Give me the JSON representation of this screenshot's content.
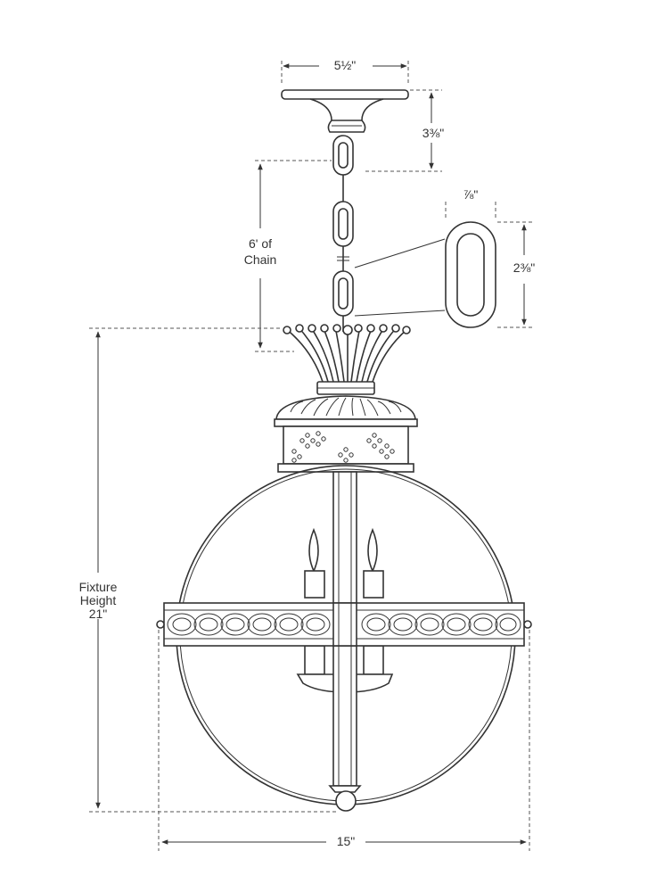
{
  "dimensions": {
    "canopy_width": "5½\"",
    "canopy_height": "3⅜\"",
    "chain_length_line1": "6' of",
    "chain_length_line2": "Chain",
    "link_width": "⅞\"",
    "link_height": "2⅜\"",
    "fixture_height_line1": "Fixture",
    "fixture_height_line2": "Height",
    "fixture_height_line3": "21\"",
    "fixture_width": "15\""
  },
  "colors": {
    "line": "#333333",
    "background": "#ffffff"
  }
}
